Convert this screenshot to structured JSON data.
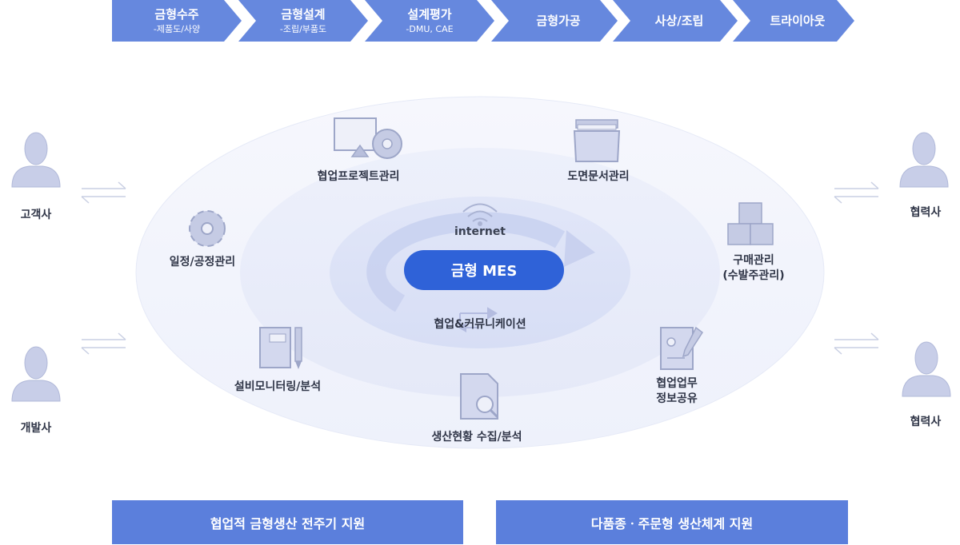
{
  "process_steps": [
    {
      "title": "금형수주",
      "sub": "-제품도/사양"
    },
    {
      "title": "금형설계",
      "sub": "-조립/부품도"
    },
    {
      "title": "설계평가",
      "sub": "-DMU, CAE"
    },
    {
      "title": "금형가공",
      "sub": ""
    },
    {
      "title": "사상/조립",
      "sub": ""
    },
    {
      "title": "트라이아웃",
      "sub": ""
    }
  ],
  "center": {
    "internet_label": "internet",
    "mes_label": "금형 MES",
    "collab_label": "협업&커뮤니케이션"
  },
  "modules": {
    "project": "협업프로젝트관리",
    "drawing": "도면문서관리",
    "schedule": "일정/공정관리",
    "purchase_line1": "구매관리",
    "purchase_line2": "(수발주관리)",
    "equipment": "설비모니터링/분석",
    "production": "생산현황 수집/분석",
    "share_line1": "협업업무",
    "share_line2": "정보공유"
  },
  "people": {
    "customer": "고객사",
    "developer": "개발사",
    "partner_top": "협력사",
    "partner_bottom": "협력사"
  },
  "bottom": {
    "left": "협업적 금형생산 전주기 지원",
    "right": "다품종ㆍ주문형 생산체계 지원"
  },
  "colors": {
    "chevron": "#6688de",
    "mes": "#2f62d8",
    "bottom_bar": "#5b7fdc",
    "ellipse_outer": "#f3f5fc",
    "ellipse_mid": "#e9edfa",
    "ellipse_inner": "#dde3f7",
    "icon": "#b8bfdc"
  },
  "icons": [
    "monitor-gear-icon",
    "folder-icon",
    "gear-icon",
    "boxes-icon",
    "notebook-pencil-icon",
    "document-search-icon",
    "document-sign-icon",
    "wifi-icon",
    "person-icon",
    "exchange-arrows-icon",
    "refresh-arrows-icon"
  ]
}
